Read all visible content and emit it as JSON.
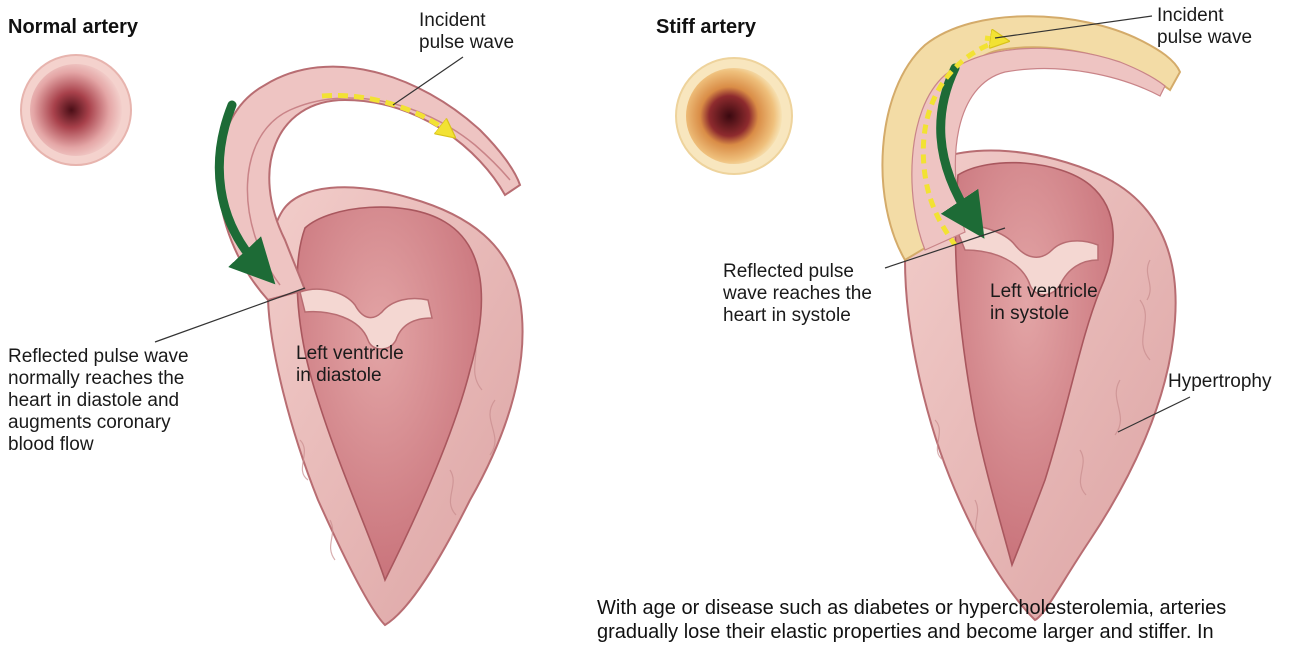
{
  "left_panel": {
    "title": "Normal artery",
    "incident_label": "Incident\npulse wave",
    "reflected_label": "Reflected pulse wave\nnormally reaches the\nheart in diastole and\naugments coronary\nblood flow",
    "ventricle_label": "Left ventricle\nin diastole"
  },
  "right_panel": {
    "title": "Stiff artery",
    "incident_label": "Incident\npulse wave",
    "reflected_label": "Reflected pulse\nwave reaches the\nheart in systole",
    "ventricle_label": "Left ventricle\nin systole",
    "hypertrophy_label": "Hypertrophy"
  },
  "caption": "With age or disease such as diabetes or hypercholesterolemia, arteries\ngradually lose their elastic properties and become larger and stiffer. In",
  "colors": {
    "tissue_outer": "#e9b7b5",
    "tissue_inner": "#d98e90",
    "cavity": "#c9767c",
    "stiff_wall": "#f3dca6",
    "reflected_arrow": "#1d6b36",
    "incident_arrow": "#f2e233",
    "lumen_dark": "#6e1e26"
  }
}
